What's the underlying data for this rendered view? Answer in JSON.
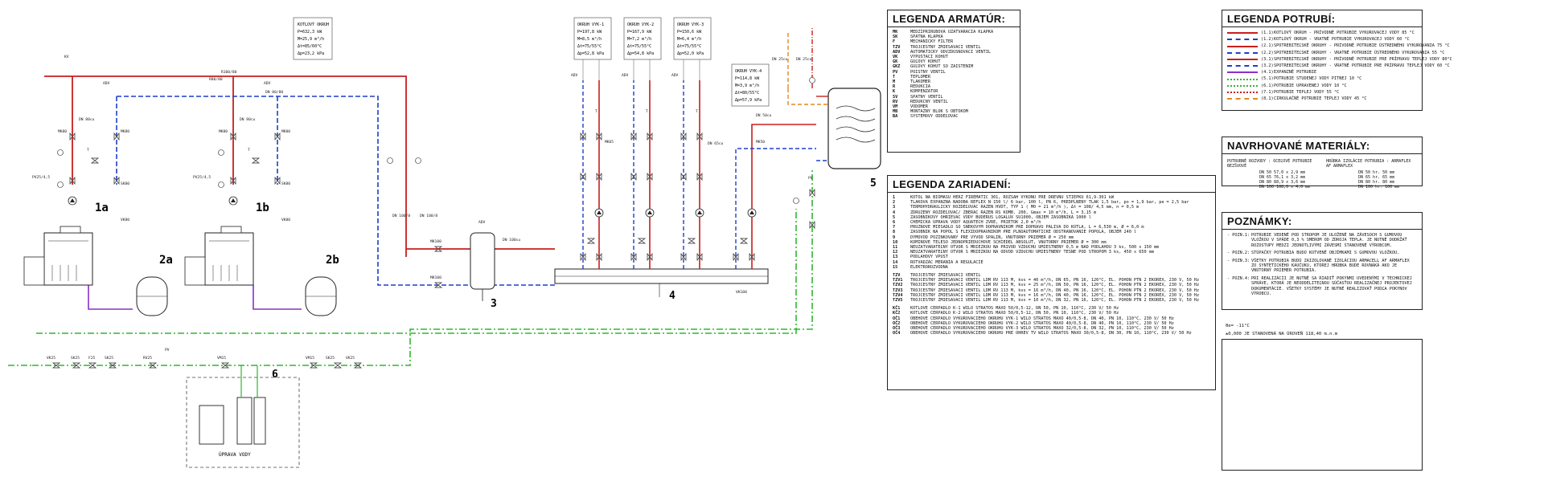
{
  "diagram": {
    "labels": {
      "boiler_a": "1a",
      "boiler_b": "1b",
      "tank_a": "2a",
      "tank_b": "2b",
      "hydraulic_sep": "3",
      "distributor": "4",
      "water_heater": "5",
      "water_treatment": "6",
      "water_treatment_caption": "ÚPRAVA VODY"
    },
    "kotlovy_okruh": [
      "KOTLOVÝ OKRUH",
      "P=632,3 kW",
      "M=25,9 m³/h",
      "Δt=85/60°C",
      "Δp=23,2 kPa"
    ],
    "vyk1": [
      "OKRUH VYK-1",
      "P=197,8 kW",
      "M=8,5 m³/h",
      "Δt=75/55°C",
      "Δp=52,8 kPa"
    ],
    "vyk2": [
      "OKRUH VYK-2",
      "P=167,9 kW",
      "M=7,2 m³/h",
      "Δt=75/55°C",
      "Δp=54,8 kPa"
    ],
    "vyk3": [
      "OKRUH VYK-3",
      "P=150,6 kW",
      "M=6,4 m³/h",
      "Δt=75/55°C",
      "Δp=52,0 kPa"
    ],
    "vyk4": [
      "OKRUH VYK-4",
      "P=114,8 kW",
      "M=3,9 m³/h",
      "Δt=80/55°C",
      "Δp=57,9 kPa"
    ],
    "pipe_labels": [
      "R100/80",
      "DN 80/80",
      "R80/80",
      "DN 100/8",
      "DN 100/8",
      "DN 80cu",
      "DN 80cu",
      "DN 65cu",
      "DN 50cu",
      "DN 25cu",
      "DN 25cu",
      "DN 100cu"
    ],
    "valve_labels": [
      "MK80",
      "MK80",
      "MK65",
      "MK50",
      "MK80",
      "MK80",
      "SK80",
      "SK80",
      "VK80",
      "VK80",
      "ADV",
      "ADV",
      "ADV",
      "ADV",
      "ADV",
      "ADV",
      "KV",
      "PV",
      "PV",
      "PV25/4,5",
      "PV25/4,5",
      "MK100",
      "MK100",
      "VK25",
      "SK25",
      "F25",
      "RV25",
      "SK25",
      "VK100",
      "SK25",
      "VK25",
      "VM15",
      "VM15",
      "T",
      "T",
      "T",
      "T",
      "T"
    ]
  },
  "legend_armatur": {
    "title": "LEGENDA ARMATÚR:",
    "items": [
      {
        "k": "MK",
        "v": "MEDZIPRÍRUBOVÁ UZATVÁRACIA KLAPKA"
      },
      {
        "k": "SK",
        "v": "SPÄTNÁ KLAPKA"
      },
      {
        "k": "F",
        "v": "MECHANICKÝ FILTER"
      },
      {
        "k": "TZV",
        "v": "TROJCESTNÝ ZMIEŠAVACÍ VENTIL"
      },
      {
        "k": "ADV",
        "v": "AUTOMATICKÝ ODVZDUŠŇOVACÍ VENTIL"
      },
      {
        "k": "VK",
        "v": "VYPÚŠŤACÍ KOHÚT"
      },
      {
        "k": "GK",
        "v": "GUĽOVÝ KOHÚT"
      },
      {
        "k": "GKZ",
        "v": "GUĽOVÝ KOHÚT SO ZAISTENÍM"
      },
      {
        "k": "PV",
        "v": "POISTNÝ VENTIL"
      },
      {
        "k": "T",
        "v": "TEPLOMER"
      },
      {
        "k": "M",
        "v": "TLAKOMER"
      },
      {
        "k": "R",
        "v": "REDUKCIA"
      },
      {
        "k": "K",
        "v": "KOMPENZÁTOR"
      },
      {
        "k": "SV",
        "v": "SPÄTNÝ VENTIL"
      },
      {
        "k": "RV",
        "v": "REDUKČNÝ VENTIL"
      },
      {
        "k": "VM",
        "v": "VODOMER"
      },
      {
        "k": "MB",
        "v": "MONTÁŽNY BLOK S OBTOKOM"
      },
      {
        "k": "BA",
        "v": "SYSTÉMOVÝ ODDEĽOVAČ"
      }
    ]
  },
  "legend_zariadeni": {
    "title": "LEGENDA ZARIADENÍ:",
    "items": [
      {
        "k": "1",
        "v": "KOTOL NA BIOMASU HERZ FIREMATIC 301, ROZSAH VÝKONU PRE DREVNÚ ŠTIEPKU 61,9-301 kW"
      },
      {
        "k": "2",
        "v": "TLAKOVÁ EXPANZNÁ NÁDOBA REFLEX N 150 l/ 6 bar, 100 l, PN 6, PREDPLNENÝ TLAK 1,5 bar, po = 1,9 bar, pe = 2,5 bar"
      },
      {
        "k": "3",
        "v": "TERMOHYDRAULICKÝ ROZDEĽOVAČ RAZEN HVDT, TYP 1 ( M0 = 21 m³/h ), Δt = 108/ 4,5 mm, n = 0,5 m"
      },
      {
        "k": "4",
        "v": "ZDRUŽENÝ ROZDEĽOVAČ/ ZBERAČ RAZEN RS KOMB. 200, Gmax = 10 m³/h, L = 3,15 m"
      },
      {
        "k": "5",
        "v": "ZÁSOBNÍKOVÝ OHRIEVAČ VODY BUDERUS LOGALUX SU1000, OBJEM ZÁSOBNÍKA 1000 l"
      },
      {
        "k": "6",
        "v": "CHEMICKÁ ÚPRAVA VODY AQUATECH ZVRE, PRIETOK 2,0 m³/h"
      },
      {
        "k": "7",
        "v": "PRUŽNOVÉ MIEŠADLO SO ŠNEKOVÝM DOPRAVNÍKOM PRE DOPRAVU PALIVA DO KOTLA, L = 6,530 m, Ø = 6,0 m"
      },
      {
        "k": "8",
        "v": "ZÁSOBNÍK NA POPOL S FLEXIDOPRAVNÍKOM PRE PLNOAUTOMATICKÉ ODSTRAŇOVANIE POPOLA, OBJEM 240 l"
      },
      {
        "k": "9",
        "v": "DYMOVOD POZINKOVANÝ PRE VÝVOD SPALÍN, VNÚTORNÝ PRIEMER Ø = 250 mm"
      },
      {
        "k": "10",
        "v": "KOMÍNOVÉ TELESO JEDNOPRIEDUCHOVÉ SCHIEDEL ABSOLUT, VNÚTORNÝ PRIEMER Ø = 300 mm"
      },
      {
        "k": "11",
        "v": "NEUZATVÁRATEĽNÝ OTVOR S MRIEŽKOU NA PRÍVOD VZDUCHU UMIESTNENÝ 0,5 m NAD PODLAHOU 3 ks, 500 x 150 mm"
      },
      {
        "k": "12",
        "v": "NEUZATVÁRATEĽNÝ OTVOR S MRIEŽKOU NA ODVOD VZDUCHU UMIESTNENÝ TESNE POD STROPOM 3 ks, 450 x 650 mm"
      },
      {
        "k": "13",
        "v": "PODLAHOVÝ VPUST"
      },
      {
        "k": "14",
        "v": "ROTVÁDZAČ MERANIA A REGULÁCIE"
      },
      {
        "k": "15",
        "v": "ELEKTROROZVODNA"
      },
      {
        "k": "",
        "v": ""
      },
      {
        "k": "TZV",
        "v": "TROJCESTNÝ ZMIEŠAVACÍ VENTIL"
      },
      {
        "k": "TZV1",
        "v": "TROJCESTNÝ ZMIEŠAVACÍ VENTIL LDM RV 113 M, kvs = 40 m³/h, DN 65, PN 16, 120°C, EL. POHON PTN 2 EKOREX, 230 V, 50 Hz"
      },
      {
        "k": "TZV2",
        "v": "TROJCESTNÝ ZMIEŠAVACÍ VENTIL LDM RV 113 M, kvs = 25 m³/h, DN 50, PN 16, 120°C, EL. POHON PTN 2 EKOREX, 230 V, 50 Hz"
      },
      {
        "k": "TZV3",
        "v": "TROJCESTNÝ ZMIEŠAVACÍ VENTIL LDM RV 113 M, kvs = 16 m³/h, DN 40, PN 16, 120°C, EL. POHON PTN 2 EKOREX, 230 V, 50 Hz"
      },
      {
        "k": "TZV4",
        "v": "TROJCESTNÝ ZMIEŠAVACÍ VENTIL LDM RV 113 M, kvs = 16 m³/h, DN 40, PN 16, 120°C, EL. POHON PTN 2 EKOREX, 230 V, 50 Hz"
      },
      {
        "k": "TZV5",
        "v": "TROJCESTNÝ ZMIEŠAVACÍ VENTIL LDM RV 113 M, kvs = 10 m³/h, DN 32, PN 16, 120°C, EL. POHON PTN 2 EKOREX, 230 V, 50 Hz"
      },
      {
        "k": "",
        "v": ""
      },
      {
        "k": "KČ1",
        "v": "KOTLOVÉ ČERPADLO K-1 WILO STRATOS MAXO 50/0,5-12, DN 50, PN 10, 110°C, 230 V/ 50 Hz"
      },
      {
        "k": "KČ2",
        "v": "KOTLOVÉ ČERPADLO K-2 WILO STRATOS MAXO 50/0,5-12, DN 50, PN 10, 110°C, 230 V/ 50 Hz"
      },
      {
        "k": "OČ1",
        "v": "OBEHOVÉ ČERPADLO VYKUROVACIEHO OKRUHU VYK-1 WILO STRATOS MAXO 40/0,5-8, DN 40, PN 10, 110°C, 230 V/ 50 Hz"
      },
      {
        "k": "OČ2",
        "v": "OBEHOVÉ ČERPADLO VYKUROVACIEHO OKRUHU VYK-2 WILO STRATOS MAXO 40/0,5-8, DN 40, PN 10, 110°C, 230 V/ 50 Hz"
      },
      {
        "k": "OČ3",
        "v": "OBEHOVÉ ČERPADLO VYKUROVACIEHO OKRUHU VYK-3 WILO STRATOS MAXO 32/0,5-8, DN 32, PN 10, 110°C, 230 V/ 50 Hz"
      },
      {
        "k": "OČ4",
        "v": "OBEHOVÉ ČERPADLO VYKUROVACIEHO OKRUHU PRE OHREV TV WILO STRATOS MAXO 30/0,5-8, DN 30, PN 10, 110°C, 230 V/ 50 Hz"
      }
    ]
  },
  "legend_potrubi": {
    "title": "LEGENDA POTRUBÍ:",
    "items": [
      {
        "code": "(1.1)",
        "v": "KOTLOVÝ OKRUH - PRÍVODNÉ POTRUBIE VYKUROVACEJ VODY 85 °C",
        "color": "#c81e1e",
        "dash": "solid"
      },
      {
        "code": "(1.2)",
        "v": "KOTLOVÝ OKRUH - VRATNÉ POTRUBIE VYKUROVACEJ VODY 60 °C",
        "color": "#1e3ec8",
        "dash": "dashed"
      },
      {
        "code": "(2.1)",
        "v": "SPOTREBITEĽSKÉ OKRUHY - PRÍVODNÉ POTRUBIE ÚSTREDNÉHO VYKUROVANIA 75 °C",
        "color": "#c81e1e",
        "dash": "solid"
      },
      {
        "code": "(2.2)",
        "v": "SPOTREBITEĽSKÉ OKRUHY - VRATNÉ POTRUBIE ÚSTREDNÉHO VYKUROVANIA 55 °C",
        "color": "#1e3ec8",
        "dash": "dashed"
      },
      {
        "code": "(3.1)",
        "v": "SPOTREBITEĽSKÉ OKRUHY - PRÍVODNÉ POTRUBIE PRE PRÍPRAVU TEPLEJ VODY 80°C",
        "color": "#c81e1e",
        "dash": "solid"
      },
      {
        "code": "(3.2)",
        "v": "SPOTREBITEĽSKÉ OKRUHY - VRATNÉ POTRUBIE PRE PRÍPRAVU TEPLEJ VODY 60 °C",
        "color": "#1e3ec8",
        "dash": "dashed"
      },
      {
        "code": "(4.1)",
        "v": "EXPANZNÉ POTRUBIE",
        "color": "#8a2fc8",
        "dash": "solid"
      },
      {
        "code": "(5.1)",
        "v": "POTRUBIE STUDENEJ VODY PITNEJ 10 °C",
        "color": "#2fb82f",
        "dash": "dashdot"
      },
      {
        "code": "(6.1)",
        "v": "POTRUBIE UPRAVENEJ VODY 10 °C",
        "color": "#2fb82f",
        "dash": "dashdot"
      },
      {
        "code": "(7.1)",
        "v": "POTRUBIE TEPLEJ VODY 55 °C",
        "color": "#c81e1e",
        "dash": "dashdot"
      },
      {
        "code": "(8.1)",
        "v": "CIRKULAČNÉ POTRUBIE TEPLEJ VODY 45 °C",
        "color": "#e08a1e",
        "dash": "dashed"
      }
    ]
  },
  "materialy": {
    "title": "NAVRHOVANÉ MATERIÁLY:",
    "col1_head": "POTRUBNÉ ROZVODY : OCEĽOVÉ POTRUBIE BEZŠVOVÉ",
    "col1_rows": [
      "DN 50   57,0 x 2,9 mm",
      "DN 65   76,1 x 3,2 mm",
      "DN 80   88,9 x 3,6 mm",
      "DN 100  108,0 x 4,0 mm"
    ],
    "col2_head": "HRÚBKA IZOLÁCIE POTRUBIA : ARMAFLEX AF ARMAFLEX",
    "col2_rows": [
      "DN 50   hr. 50 mm",
      "DN 65   hr. 65 mm",
      "DN 80   hr. 80 mm",
      "DN 100  hr. 100 mm"
    ]
  },
  "poznamky": {
    "title": "POZNÁMKY:",
    "items": [
      {
        "k": "- POZN.1:",
        "v": "POTRUBIE VEDENÉ POD STROPOM JE ULOŽENÉ NA ZÁVESOCH S GUMOVOU VLOŽKOU V SPÁDE 0,3 % SMEROM OD ZDROJA TEPLA. JE NUTNÉ DODRŽAŤ ROZOSTUPY MEDZI JEDNOTLIVÝMI ZÁVESMI STANOVENÉ VÝROBCOM."
      },
      {
        "k": "- POZN.2:",
        "v": "STÚPAČKY POTRUBIA BUDÚ KOTVENÉ OBJÍMKAMI S GUMOVOU VLOŽKOU."
      },
      {
        "k": "- POZN.3:",
        "v": "VŠETKY POTRUBIA BUDÚ ZAIZOLOVANÉ IZOLÁCIOU ARMACELL AF ARMAFLEX ZO SYNTETICKÉHO KAUČUKU, KTOREJ HRÚBKA BUDE ROVNAKÁ AKO JE VNÚTORNÝ PRIEMER POTRUBIA."
      },
      {
        "k": "- POZN.4:",
        "v": "PRI REALIZÁCII JE NUTNÉ SA RIADIŤ POKYNMI UVEDENÝMI V TECHNICKEJ SPRÁVE, KTORÁ JE NEODDELITEĽNOU SÚČASŤOU REALIZAČNEJ PROJEKTOVEJ DOKUMENTÁCIE. VŠETKY SYSTÉMY JE NUTNÉ REALIZOVAŤ PODĽA POKYNOV VÝROBCU."
      }
    ]
  },
  "free_notes": [
    "θe= -11°C",
    "±0,000 JE STANOVENÁ NA ÚROVEŇ 118,40 m.n.m"
  ]
}
